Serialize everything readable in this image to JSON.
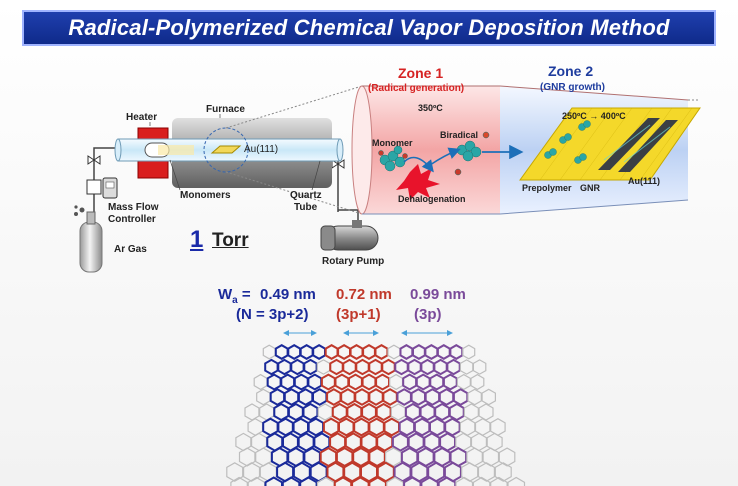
{
  "title": "Radical-Polymerized Chemical Vapor Deposition Method",
  "setup": {
    "heater": "Heater",
    "furnace": "Furnace",
    "au": "Au(111)",
    "monomers": "Monomers",
    "mfc_line1": "Mass Flow",
    "mfc_line2": "Controller",
    "quartz_line1": "Quartz",
    "quartz_line2": "Tube",
    "ar_gas": "Ar Gas",
    "pump": "Rotary Pump",
    "pressure_value": "1",
    "pressure_unit": "Torr"
  },
  "zone1": {
    "title": "Zone 1",
    "subtitle": "(Radical generation)",
    "temp": "350ºC",
    "monomer": "Monomer",
    "biradical": "Biradical",
    "dehalogenation": "Dehalogenation"
  },
  "zone2": {
    "title": "Zone 2",
    "subtitle": "(GNR growth)",
    "temp": "250ºC → 400ºC",
    "prepolymer": "Prepolymer",
    "gnr": "GNR",
    "au": "Au(111)"
  },
  "widths": {
    "wa_prefix": "W",
    "wa_sub": "a",
    "wa_eq": " = ",
    "w1": "0.49 nm",
    "w2": "0.72 nm",
    "w3": "0.99 nm",
    "n1": "(N = 3p+2)",
    "n2": "(3p+1)",
    "n3": "(3p)",
    "colors": {
      "blue": "#1a2a9a",
      "red": "#c0392b",
      "purple": "#7a4a9a"
    }
  }
}
